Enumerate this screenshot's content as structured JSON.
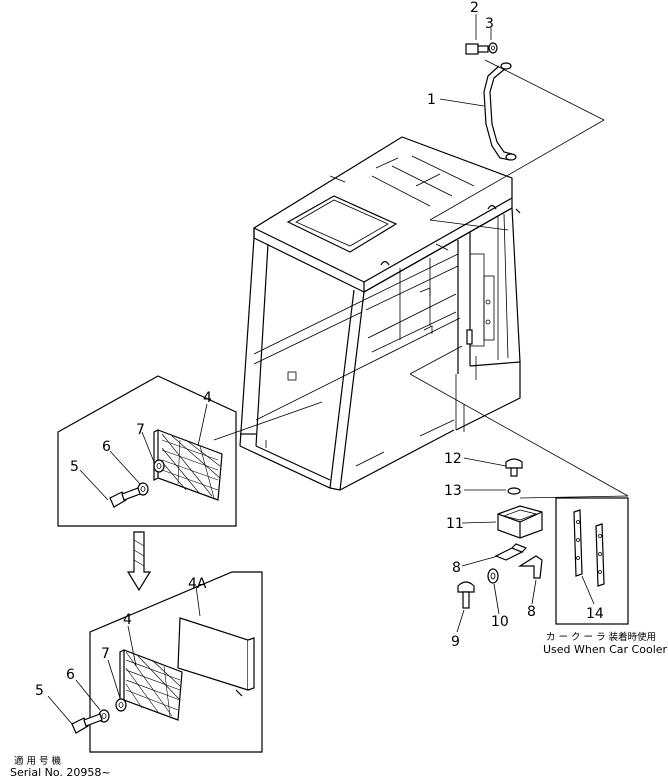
{
  "callouts": {
    "c1": "1",
    "c2": "2",
    "c3": "3",
    "c4_top": "4",
    "c4_bottom": "4",
    "c4a": "4A",
    "c5_top": "5",
    "c5_bottom": "5",
    "c6_top": "6",
    "c6_bottom": "6",
    "c7_top": "7",
    "c7_bottom": "7",
    "c8_left": "8",
    "c8_right": "8",
    "c9": "9",
    "c10": "10",
    "c11": "11",
    "c12": "12",
    "c13": "13",
    "c14": "14"
  },
  "notes": {
    "cooler_jp": "カ ー ク ー ラ 装着時使用",
    "cooler_en": "Used When Car Cooler",
    "serial_jp": "適 用 号 機",
    "serial_en": "Serial No. 20958~"
  }
}
